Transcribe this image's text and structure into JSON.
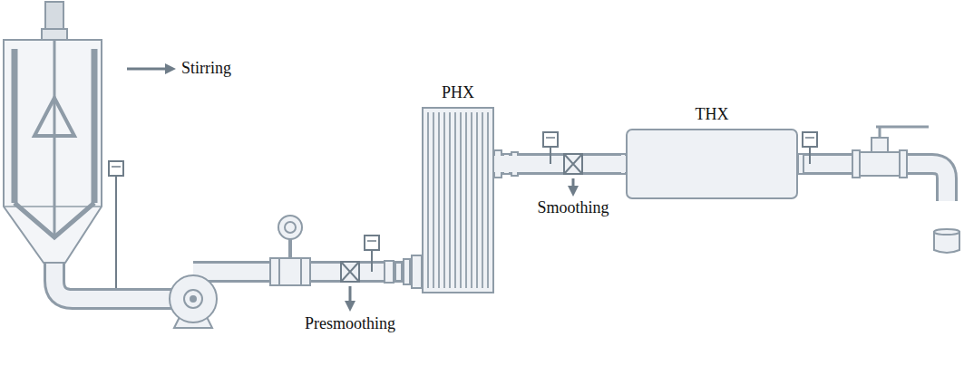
{
  "diagram": {
    "nodes": [
      {
        "text": [
          "PHX"
        ]
      },
      {
        "text": [
          "THX"
        ]
      }
    ],
    "edges": [
      {
        "from": 0,
        "to": 1,
        "arrow": "none"
      }
    ],
    "labels": [
      "Stirring",
      "Presmoothing",
      "Smoothing"
    ]
  }
}
